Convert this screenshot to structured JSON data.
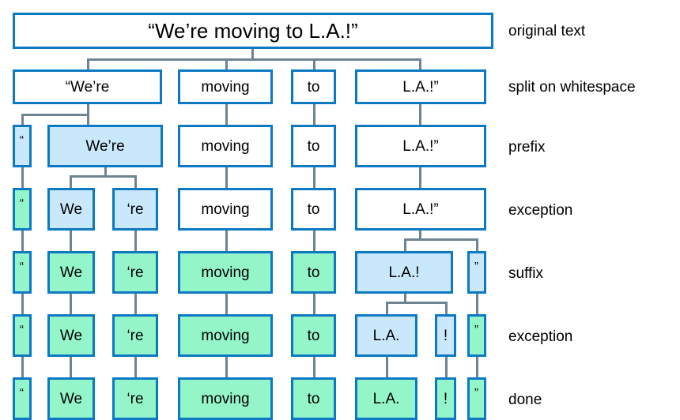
{
  "diagram": {
    "title": "spaCy tokenization pipeline for “We’re moving to L.A.!”",
    "colors": {
      "border": "#0b79c4",
      "fill_pending": "#c9e8fb",
      "fill_done": "#93f5c8",
      "fill_plain": "#ffffff",
      "connector": "#6d8492",
      "text": "#000000",
      "background": "#ffffff"
    },
    "glyphs": {
      "open_quote": "“",
      "close_quote": "”"
    },
    "rows": [
      {
        "label": "original text",
        "tokens": [
          {
            "text": "“We’re moving to L.A.!”",
            "state": "plain"
          }
        ]
      },
      {
        "label": "split on whitespace",
        "tokens": [
          {
            "text": "“We’re",
            "state": "plain"
          },
          {
            "text": "moving",
            "state": "plain"
          },
          {
            "text": "to",
            "state": "plain"
          },
          {
            "text": "L.A.!”",
            "state": "plain"
          }
        ]
      },
      {
        "label": "prefix",
        "tokens": [
          {
            "text": "“",
            "state": "pending"
          },
          {
            "text": "We’re",
            "state": "pending"
          },
          {
            "text": "moving",
            "state": "plain"
          },
          {
            "text": "to",
            "state": "plain"
          },
          {
            "text": "L.A.!”",
            "state": "plain"
          }
        ]
      },
      {
        "label": "exception",
        "tokens": [
          {
            "text": "“",
            "state": "done"
          },
          {
            "text": "We",
            "state": "pending"
          },
          {
            "text": "‘re",
            "state": "pending"
          },
          {
            "text": "moving",
            "state": "plain"
          },
          {
            "text": "to",
            "state": "plain"
          },
          {
            "text": "L.A.!”",
            "state": "plain"
          }
        ]
      },
      {
        "label": "suffix",
        "tokens": [
          {
            "text": "“",
            "state": "done"
          },
          {
            "text": "We",
            "state": "done"
          },
          {
            "text": "‘re",
            "state": "done"
          },
          {
            "text": "moving",
            "state": "done"
          },
          {
            "text": "to",
            "state": "done"
          },
          {
            "text": "L.A.!",
            "state": "pending"
          },
          {
            "text": "”",
            "state": "pending"
          }
        ]
      },
      {
        "label": "exception",
        "tokens": [
          {
            "text": "“",
            "state": "done"
          },
          {
            "text": "We",
            "state": "done"
          },
          {
            "text": "‘re",
            "state": "done"
          },
          {
            "text": "moving",
            "state": "done"
          },
          {
            "text": "to",
            "state": "done"
          },
          {
            "text": "L.A.",
            "state": "pending"
          },
          {
            "text": "!",
            "state": "pending"
          },
          {
            "text": "”",
            "state": "done"
          }
        ]
      },
      {
        "label": "done",
        "tokens": [
          {
            "text": "“",
            "state": "done"
          },
          {
            "text": "We",
            "state": "done"
          },
          {
            "text": "‘re",
            "state": "done"
          },
          {
            "text": "moving",
            "state": "done"
          },
          {
            "text": "to",
            "state": "done"
          },
          {
            "text": "L.A.",
            "state": "done"
          },
          {
            "text": "!",
            "state": "done"
          },
          {
            "text": "”",
            "state": "done"
          }
        ]
      }
    ]
  }
}
